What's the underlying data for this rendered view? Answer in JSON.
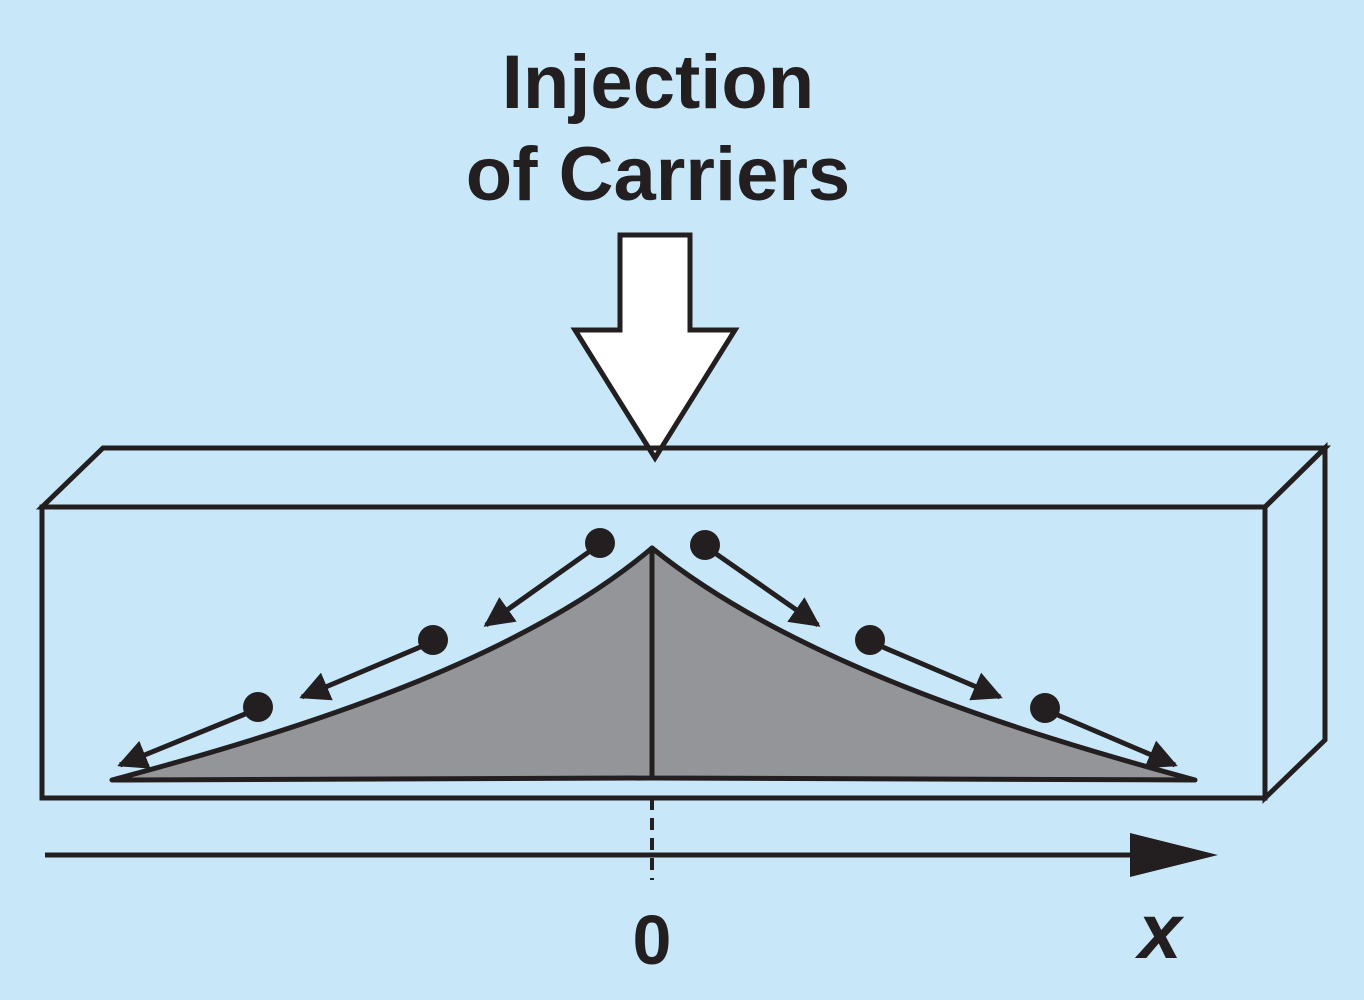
{
  "title": {
    "line1": "Injection",
    "line2": "of Carriers"
  },
  "axis": {
    "origin_label": "0",
    "x_label": "x"
  },
  "colors": {
    "background": "#c8e8fa",
    "stroke": "#231f20",
    "profile_fill": "#939598",
    "arrow_fill": "#ffffff"
  },
  "icons": {
    "injection": "hollow-down-arrow-icon",
    "carrier": "carrier-dot-arrow-icon"
  }
}
